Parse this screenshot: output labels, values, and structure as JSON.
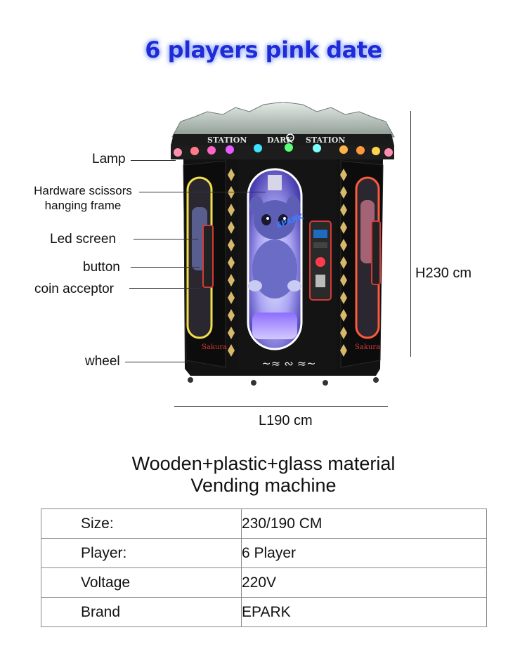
{
  "title": "6 players pink date",
  "callouts": {
    "lamp": "Lamp",
    "scissors_line1": "Hardware scissors",
    "scissors_line2": "hanging frame",
    "led": "Led screen",
    "button": "button",
    "coin": "coin acceptor",
    "wheel": "wheel"
  },
  "dimensions": {
    "height": "H230 cm",
    "length": "L190 cm"
  },
  "machine": {
    "brand_mark": "EPARK",
    "sign_text": "DARK STATION"
  },
  "description": {
    "line1": "Wooden+plastic+glass material",
    "line2": "Vending machine"
  },
  "specs": [
    {
      "label": "Size:",
      "value": "230/190 CM"
    },
    {
      "label": "Player:",
      "value": "6 Player"
    },
    {
      "label": "Voltage",
      "value": "220V"
    },
    {
      "label": "Brand",
      "value": "EPARK"
    }
  ],
  "colors": {
    "title": "#1f2bd6",
    "cabinet": "#121212",
    "window_glow": "#b9b6ff",
    "side_glow_left": "#f2e04a",
    "side_glow_right": "#ff5a3a",
    "diamond": "#d8b86a"
  }
}
